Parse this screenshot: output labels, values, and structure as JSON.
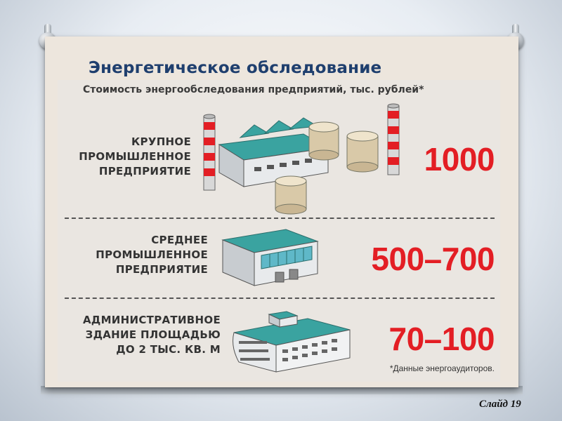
{
  "slide": {
    "title": "Энергетическое обследование",
    "number_label": "Слайд 19"
  },
  "infographic": {
    "heading": "Стоимость энергообследования предприятий, тыс. рублей*",
    "rows": [
      {
        "label_lines": [
          "КРУПНОЕ",
          "ПРОМЫШЛЕННОЕ",
          "ПРЕДПРИЯТИЕ"
        ],
        "value": "1000",
        "icon": "factory-icon"
      },
      {
        "label_lines": [
          "СРЕДНЕЕ",
          "ПРОМЫШЛЕННОЕ",
          "ПРЕДПРИЯТИЕ"
        ],
        "value": "500–700",
        "icon": "warehouse-icon"
      },
      {
        "label_lines": [
          "АДМИНИСТРАТИВНОЕ",
          "ЗДАНИЕ ПЛОЩАДЬЮ",
          "ДО 2 ТЫС. КВ. М"
        ],
        "value": "70–100",
        "icon": "office-building-icon"
      }
    ],
    "footnote": "*Данные энергоаудиторов."
  },
  "colors": {
    "value": "#e31e24",
    "title": "#1f3f6e",
    "roof": "#3aa3a0"
  }
}
